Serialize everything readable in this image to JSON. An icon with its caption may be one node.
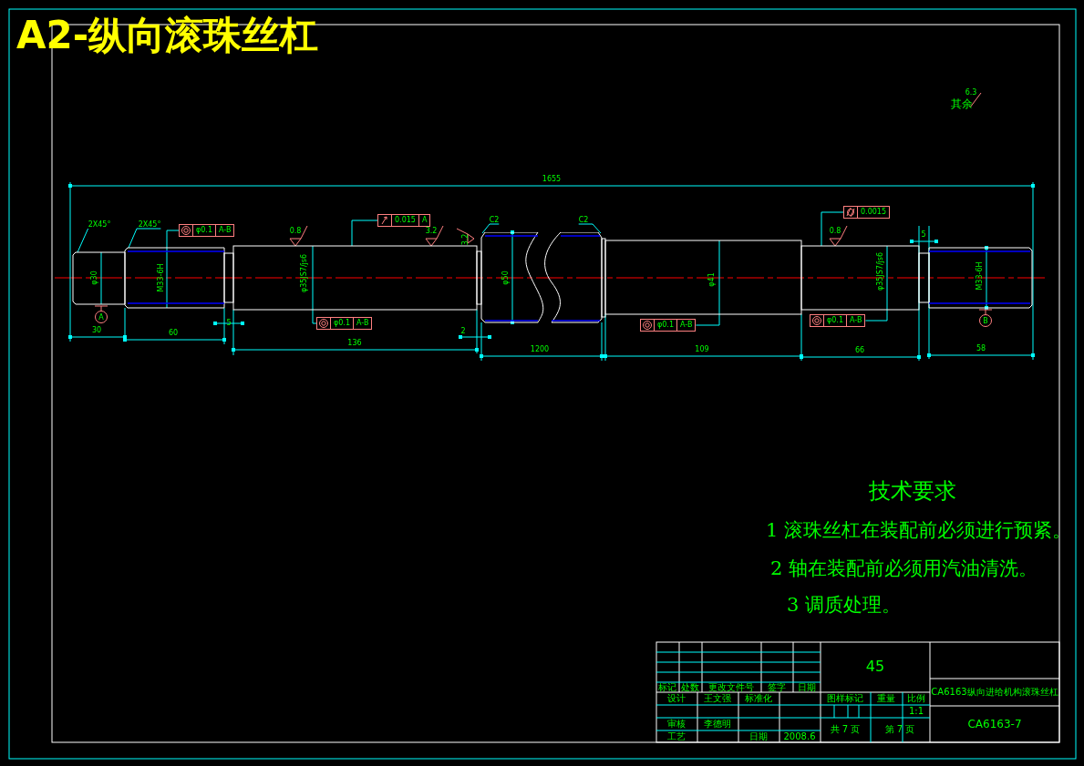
{
  "diagram": {
    "title": "A2-纵向滚珠丝杠",
    "nodes": [
      {
        "text": [
          "φ0.1",
          "A-B"
        ]
      },
      {
        "text": [
          "0.015",
          "A"
        ]
      },
      {
        "text": [
          "φ0.1",
          "A-B"
        ]
      },
      {
        "text": [
          "φ0.1",
          "A-B"
        ]
      },
      {
        "text": [
          "0.0015"
        ]
      },
      {
        "text": [
          "φ0.1",
          "A-B"
        ]
      },
      {
        "text": [
          "2X45°"
        ]
      },
      {
        "text": [
          "2X45°"
        ]
      },
      {
        "text": [
          "C2"
        ]
      },
      {
        "text": [
          "C2"
        ]
      },
      {
        "text": [],
        "shape": "picture"
      }
    ],
    "edges": [
      {
        "from": 0,
        "to": 10,
        "arrow": "none"
      },
      {
        "from": 1,
        "to": 10,
        "arrow": "none"
      },
      {
        "from": 2,
        "to": 10,
        "arrow": "none"
      },
      {
        "from": 3,
        "to": 10,
        "arrow": "none"
      },
      {
        "from": 4,
        "to": 10,
        "arrow": "none"
      },
      {
        "from": 5,
        "to": 10,
        "arrow": "none"
      },
      {
        "from": 6,
        "to": 10,
        "arrow": "none"
      },
      {
        "from": 7,
        "to": 10,
        "arrow": "none"
      },
      {
        "from": 8,
        "to": 10,
        "arrow": "none"
      },
      {
        "from": 9,
        "to": 10,
        "arrow": "none"
      }
    ],
    "labels": [
      "6.3",
      "其余",
      "1655",
      "0.8",
      "3.2",
      "3.2",
      "0.8",
      "5",
      "φ30",
      "M33-6H",
      "φ35JS7/js6",
      "φ50",
      "φ41",
      "φ35JS7/js6",
      "M33-6H",
      "A",
      "B",
      "30",
      "60",
      "5",
      "2",
      "136",
      "1200",
      "109",
      "66",
      "58",
      "技术要求",
      "1 滚珠丝杠在装配前必须进行预紧。",
      "2 轴在装配前必须用汽油清洗。",
      "3 调质处理。",
      "45",
      "标记",
      "处数",
      "更改文件号",
      "签字",
      "日期",
      "CA6163纵向进给机构滚珠丝杠",
      "设计",
      "王文强",
      "标准化",
      "图样标记",
      "重量",
      "比例",
      "审核",
      "李德明",
      "1:1",
      "CA6163-7",
      "工艺",
      "日期",
      "2008.6",
      "共 7 页",
      "第 7 页"
    ]
  }
}
